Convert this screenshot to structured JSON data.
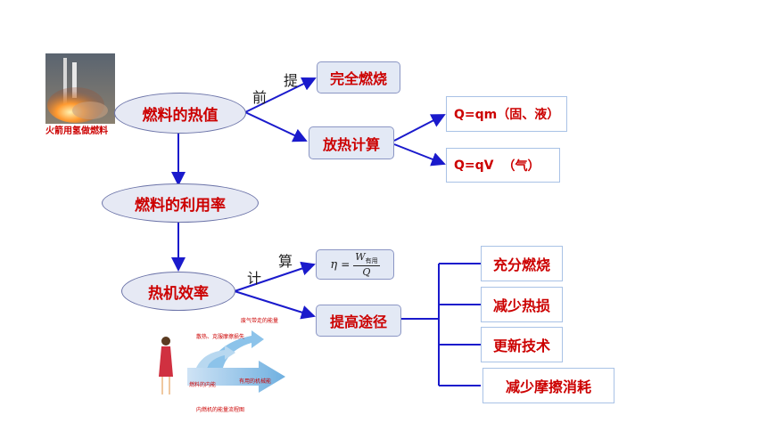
{
  "nodes": {
    "fuel_heat_value": "燃料的热值",
    "fuel_utilization": "燃料的利用率",
    "thermal_efficiency": "热机效率",
    "complete_combustion": "完全燃烧",
    "heat_release_calc": "放热计算",
    "improve_methods": "提高途径"
  },
  "formulas": {
    "solid_liquid": "Q=qm（固、液）",
    "gas_prefix": "Q=qV",
    "gas_suffix": "（气）",
    "efficiency_eta": "η",
    "efficiency_eq": "=",
    "efficiency_W": "W",
    "efficiency_sub": "有用",
    "efficiency_Q": "Q"
  },
  "edge_labels": {
    "ti": "提",
    "qian": "前",
    "suan": "算",
    "ji": "计"
  },
  "methods": [
    "充分燃烧",
    "减少热损",
    "更新技术",
    "减少摩擦消耗"
  ],
  "images": {
    "rocket_caption": "火箭用氢做燃料",
    "flow_hot_gas": "废气带走的能量",
    "flow_heat_loss": "散热、克服摩擦损失",
    "flow_fuel_energy": "燃料的内能",
    "flow_useful": "有用的机械能",
    "flow_title": "内燃机的能量流程图"
  },
  "colors": {
    "arrow": "#1a1acc",
    "text_red": "#cc0000"
  }
}
